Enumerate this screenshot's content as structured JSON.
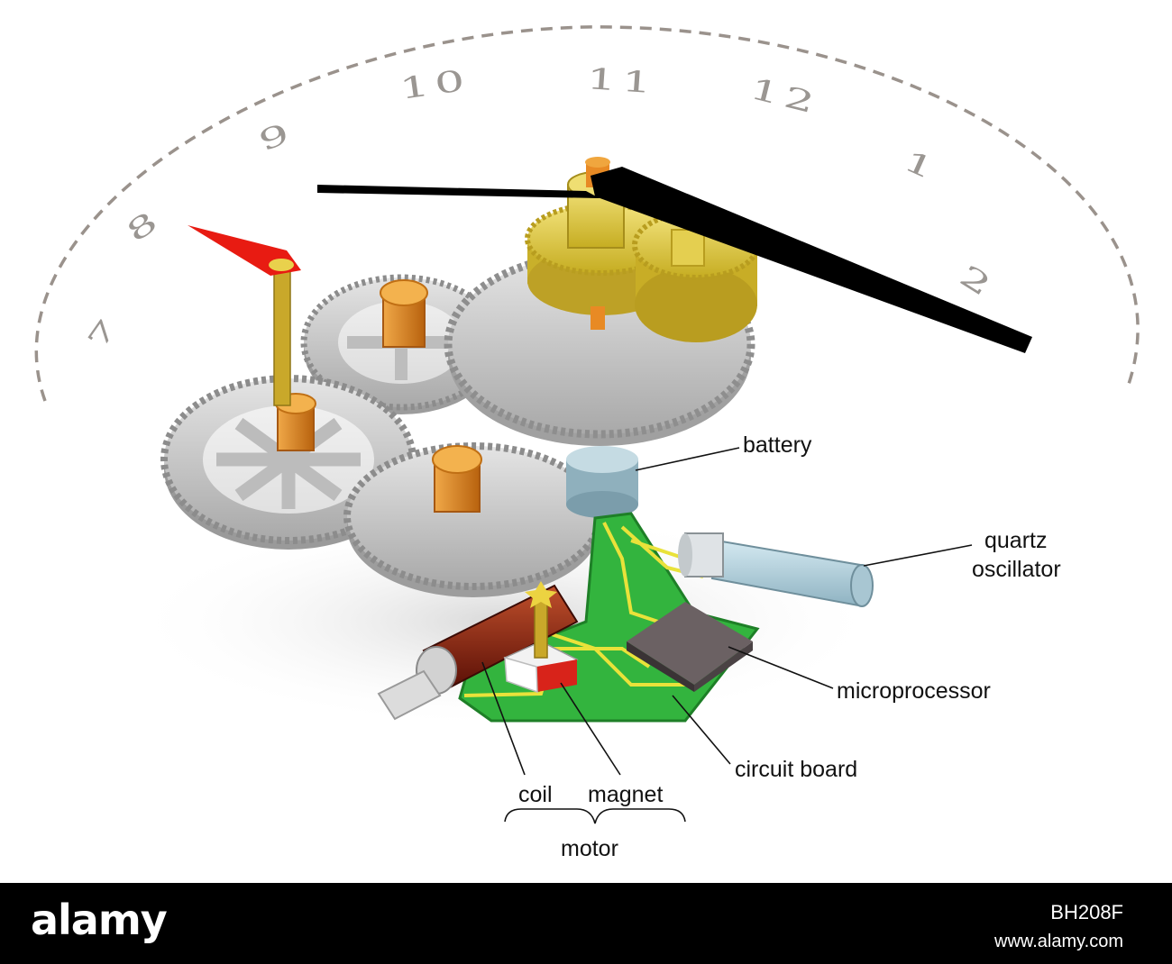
{
  "dial": {
    "numerals": [
      "7",
      "8",
      "9",
      "10",
      "11",
      "12",
      "1",
      "2"
    ]
  },
  "labels": {
    "battery": "battery",
    "quartz_line1": "quartz",
    "quartz_line2": "oscillator",
    "microprocessor": "microprocessor",
    "circuit_board": "circuit board",
    "coil": "coil",
    "magnet": "magnet",
    "motor": "motor"
  },
  "colors": {
    "gear_gray": "#c9c9c9",
    "gear_gold": "#e6d24a",
    "pinion_orange": "#e08a1e",
    "hand_black": "#000000",
    "second_hand_red": "#e81b12",
    "circuit_green": "#2fb53a",
    "trace_yellow": "#e9e23a",
    "battery_blue": "#a9c2cc",
    "quartz_blue": "#b9d6e2",
    "chip_gray": "#5b5355",
    "coil_red": "#8b1a0c",
    "dial_text": "#9a9692"
  },
  "footer": {
    "logo": "alamy",
    "image_id": "BH208F",
    "url": "www.alamy.com"
  }
}
